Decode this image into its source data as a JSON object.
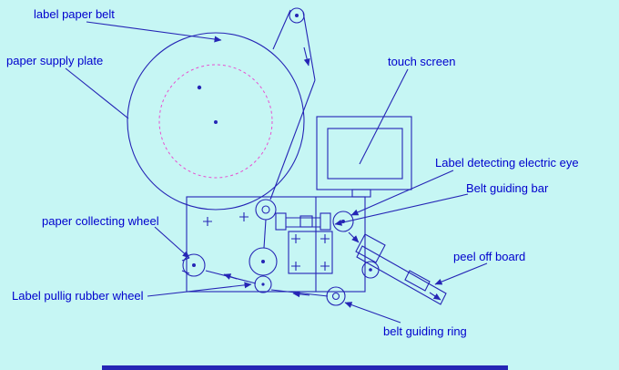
{
  "colors": {
    "bg": "#c6f6f4",
    "line": "#2525b5",
    "labelc": "#0000cd",
    "pink": "#e84fd0"
  },
  "labels": {
    "label_paper_belt": "label paper belt",
    "paper_supply_plate": "paper supply plate",
    "touch_screen": "touch screen",
    "label_detecting_electric_eye": "Label detecting electric eye",
    "belt_guiding_bar": "Belt guiding bar",
    "paper_collecting_wheel": "paper collecting wheel",
    "peel_off_board": "peel off board",
    "label_pulling_rubber_wheel": "Label pullig rubber wheel",
    "belt_guiding_ring": "belt guiding ring"
  }
}
